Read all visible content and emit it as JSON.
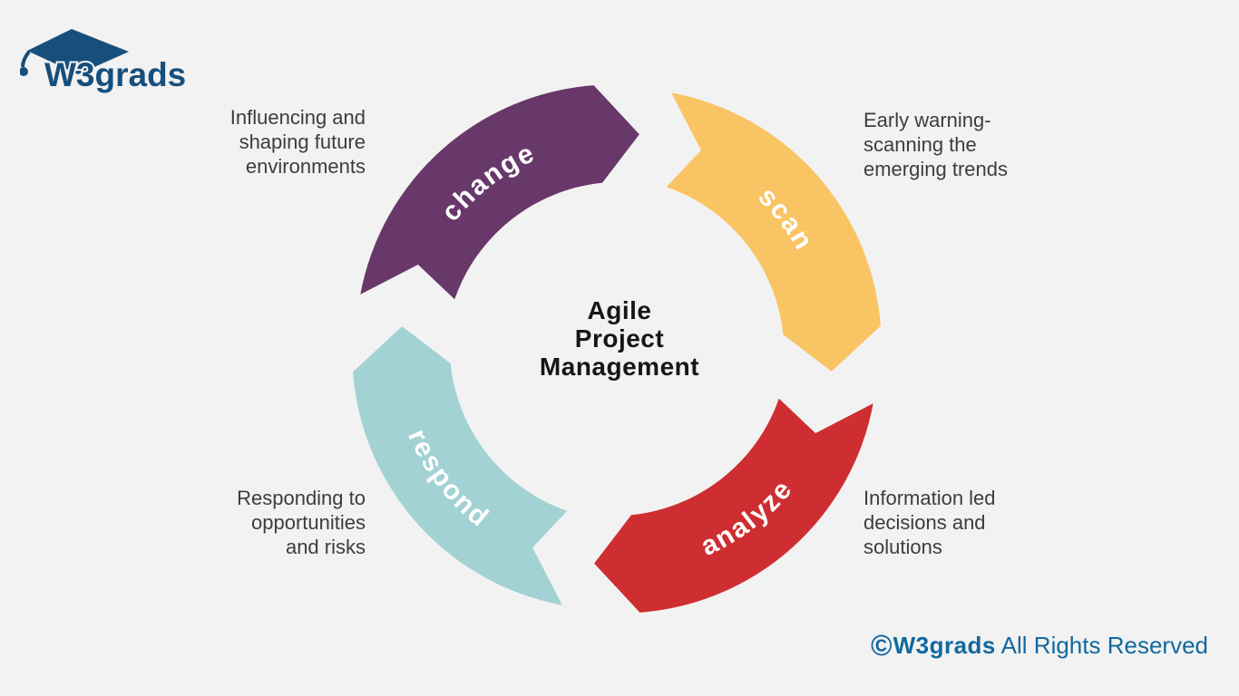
{
  "background_color": "#f2f2f2",
  "logo": {
    "text": "W3grads",
    "color": "#174f7c"
  },
  "diagram": {
    "center_title": "Agile\nProject\nManagement",
    "label_text_color": "#ffffff",
    "segments": [
      {
        "id": "change",
        "label": "change",
        "color": "#68386a",
        "description": "Influencing and\nshaping future\nenvironments"
      },
      {
        "id": "scan",
        "label": "scan",
        "color": "#f9c463",
        "description": "Early warning-\nscanning the\nemerging trends"
      },
      {
        "id": "analyze",
        "label": "analyze",
        "color": "#ce2e31",
        "description": "Information led\ndecisions and\nsolutions"
      },
      {
        "id": "respond",
        "label": "respond",
        "color": "#a2d2d3",
        "description": "Responding to\nopportunities\nand risks"
      }
    ]
  },
  "footer": {
    "copyright_symbol": "©",
    "brand": "W3grads",
    "text": " All Rights Reserved",
    "color": "#1168a0"
  }
}
